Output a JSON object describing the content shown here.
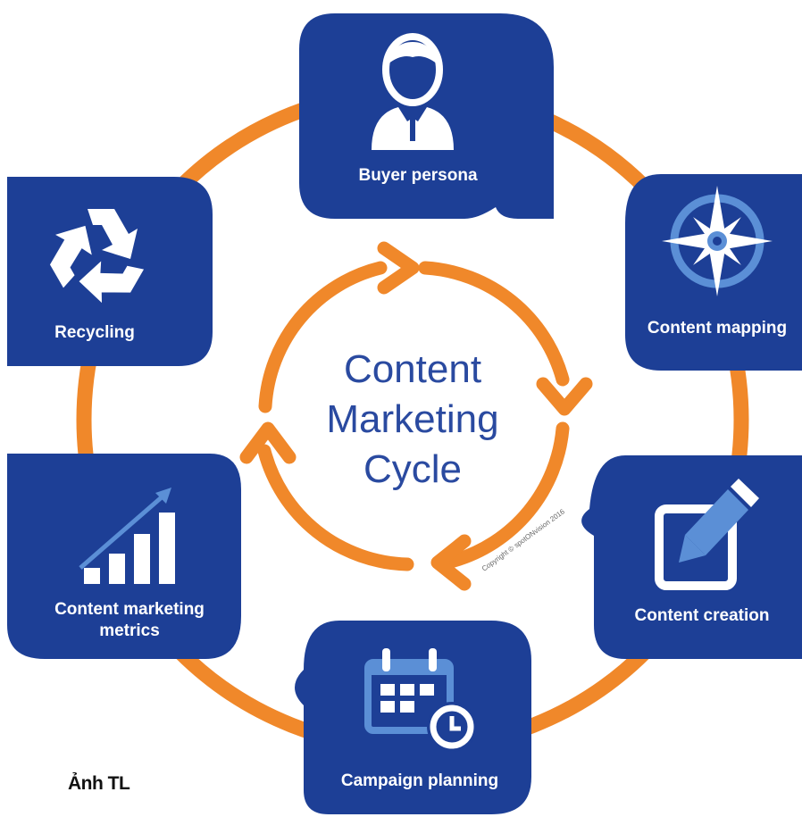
{
  "center_title": [
    "Content",
    "Marketing",
    "Cycle"
  ],
  "copyright": "Copyright © spotONvision 2016",
  "steps": [
    {
      "label": "Buyer persona",
      "icon": "person-icon"
    },
    {
      "label": "Content mapping",
      "icon": "compass-icon"
    },
    {
      "label": "Content creation",
      "icon": "edit-icon"
    },
    {
      "label": "Campaign planning",
      "icon": "calendar-icon"
    },
    {
      "label_lines": [
        "Content marketing",
        "metrics"
      ],
      "icon": "bar-chart-icon"
    },
    {
      "label": "Recycling",
      "icon": "recycle-icon"
    }
  ],
  "caption": "Ảnh TL",
  "colors": {
    "node_fill": "#1d3f96",
    "ring": "#f0882a",
    "icon_light": "#5b8fd6",
    "title": "#2a4aa0"
  }
}
